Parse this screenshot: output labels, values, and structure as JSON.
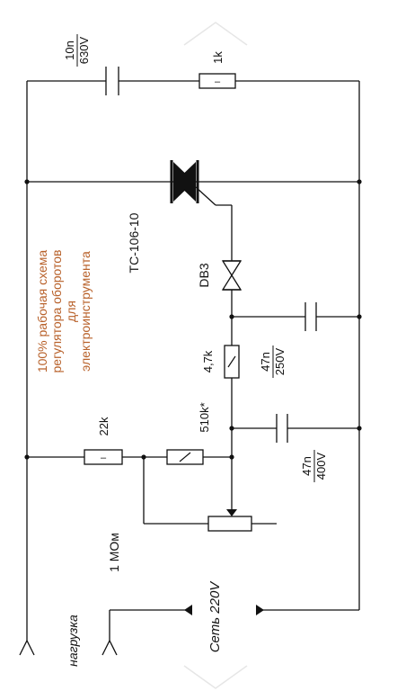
{
  "components": {
    "cap_top": {
      "value": "10n",
      "rating": "630V"
    },
    "res_top": {
      "value": "1k",
      "mark": "–"
    },
    "triac": {
      "model": "TC-106-10"
    },
    "diac": {
      "model": "DB3"
    },
    "res_mid": {
      "value": "4,7k",
      "mark": "/"
    },
    "cap_mid": {
      "value": "47n",
      "rating": "250V"
    },
    "res_22k": {
      "value": "22k",
      "mark": "–"
    },
    "res_510k": {
      "value": "510k*",
      "mark": "/"
    },
    "cap_low": {
      "value": "47n",
      "rating": "400V"
    },
    "pot": {
      "value": "1 MOм"
    }
  },
  "terminals": {
    "load": "нагрузка",
    "mains": "Сеть 220V"
  },
  "note": {
    "line1": "100% рабочая схема",
    "line2": "регулятора оборотов",
    "line3": "для",
    "line4": "электроинструмента"
  }
}
